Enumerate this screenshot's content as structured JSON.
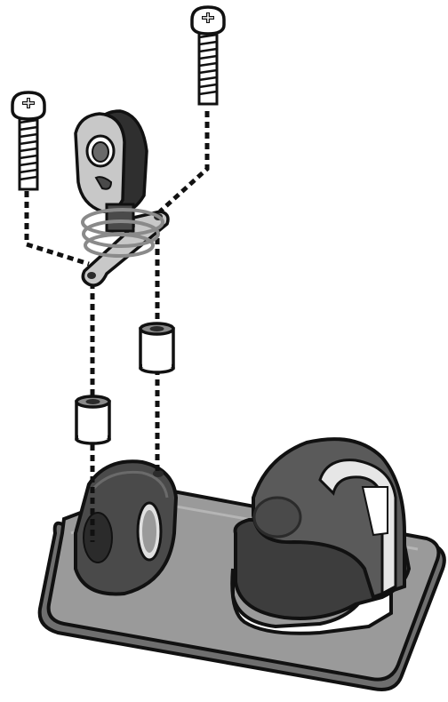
{
  "diagram": {
    "parts": [
      {
        "id": "screw-left",
        "kind": "screw",
        "icon": "phillips-screw-icon"
      },
      {
        "id": "screw-right",
        "kind": "screw",
        "icon": "phillips-screw-icon"
      },
      {
        "id": "fairlead-block",
        "kind": "swivel-fairlead",
        "icon": "fairlead-icon"
      },
      {
        "id": "spacer-upper",
        "kind": "spacer",
        "icon": "spacer-icon"
      },
      {
        "id": "spacer-lower",
        "kind": "spacer",
        "icon": "spacer-icon"
      },
      {
        "id": "cleat-base",
        "kind": "base-plate",
        "icon": "base-plate-icon"
      },
      {
        "id": "cam-cleat",
        "kind": "cleat",
        "icon": "cam-cleat-icon"
      },
      {
        "id": "front-mount",
        "kind": "mount-block",
        "icon": "mount-icon"
      }
    ],
    "colors": {
      "outline": "#111111",
      "dark_grey": "#4a4a4a",
      "mid_grey": "#8a8a8a",
      "light_grey": "#c8c8c8",
      "plate": "#9a9a9a",
      "white": "#ffffff"
    }
  }
}
